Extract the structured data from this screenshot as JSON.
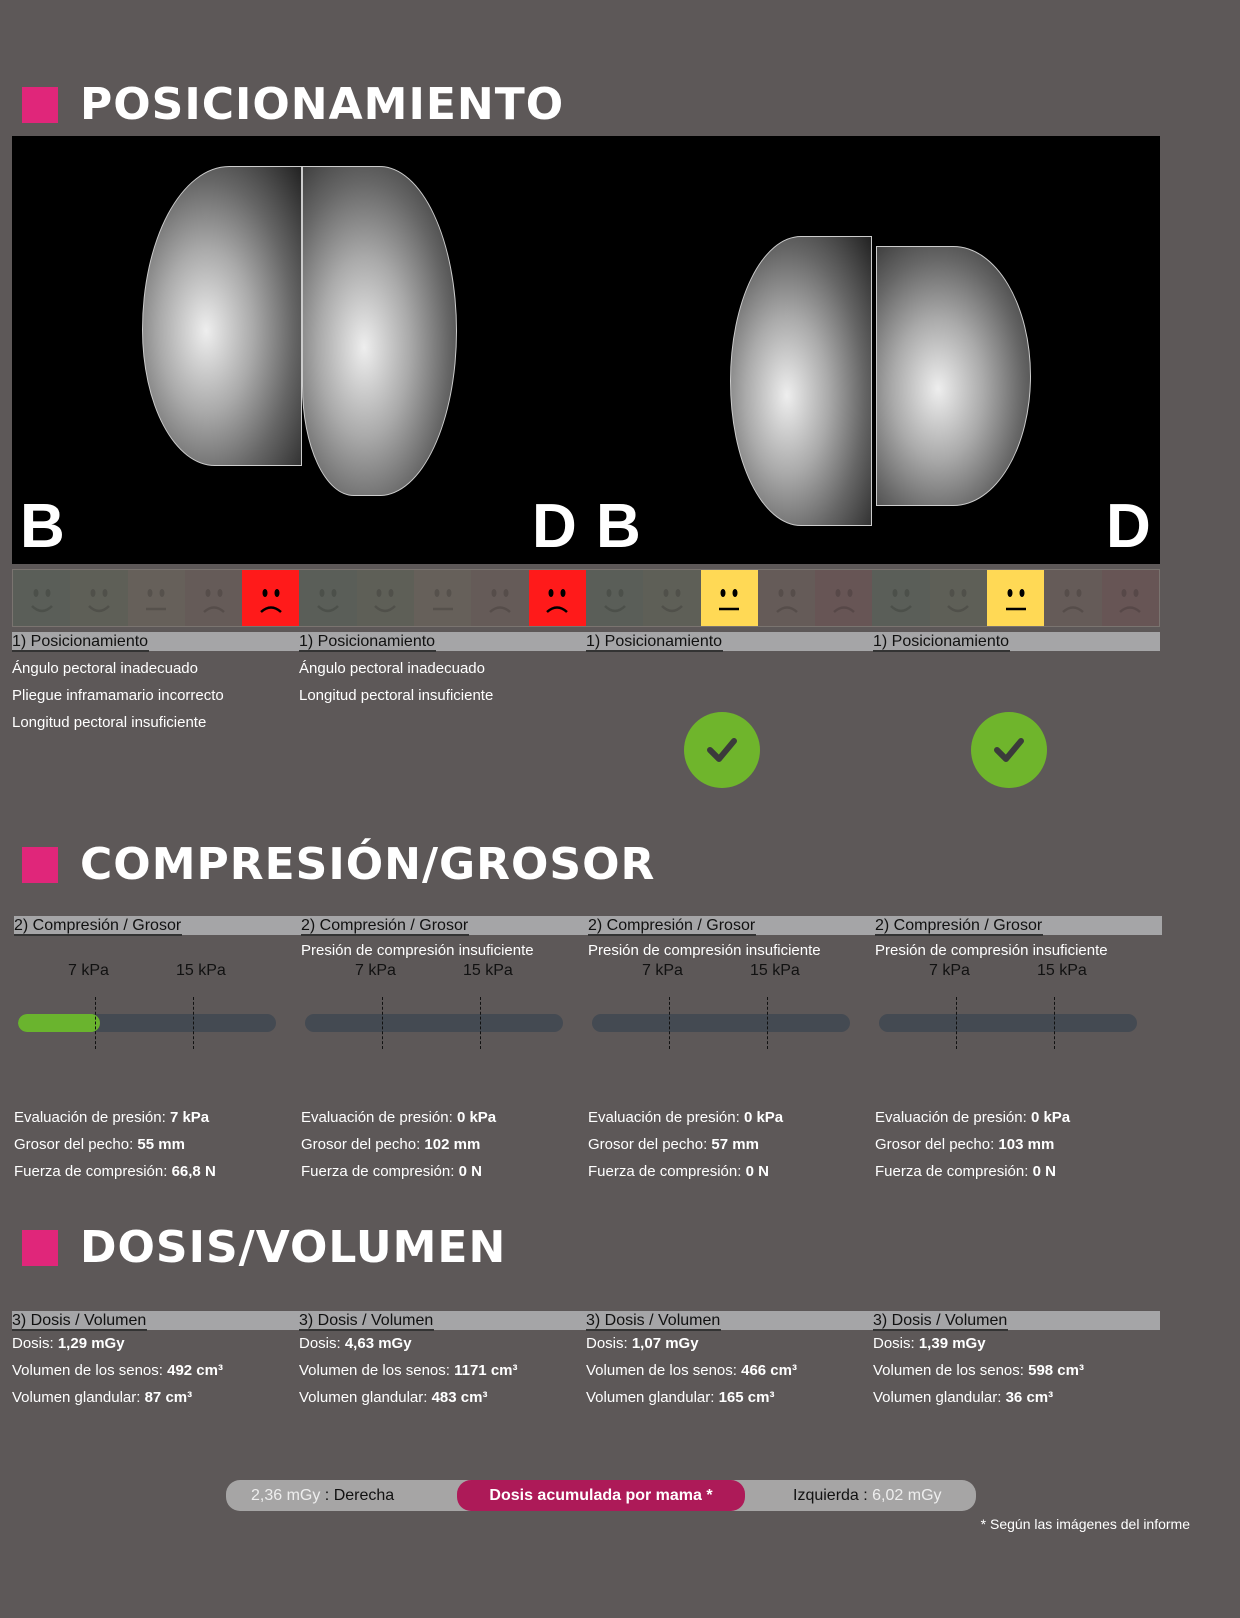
{
  "sections": {
    "positioning": "POSICIONAMIENTO",
    "compression": "COMPRESIÓN/GROSOR",
    "dose": "DOSIS/VOLUMEN"
  },
  "image_labels": [
    "B",
    "D",
    "B",
    "D"
  ],
  "colors": {
    "accent": "#e0267a",
    "red": "#ff1a1a",
    "yellow": "#ffd955",
    "green": "#6ab42e",
    "dose_pill": "#ad1a58"
  },
  "positioning": [
    {
      "header": "1) Posicionamiento",
      "rating": 5,
      "rating_color": "red",
      "issues": [
        "Ángulo pectoral inadecuado",
        "Pliegue inframamario incorrecto",
        "Longitud pectoral insuficiente"
      ],
      "ok": false
    },
    {
      "header": "1) Posicionamiento",
      "rating": 5,
      "rating_color": "red",
      "issues": [
        "Ángulo pectoral inadecuado",
        "Longitud pectoral insuficiente"
      ],
      "ok": false
    },
    {
      "header": "1) Posicionamiento",
      "rating": 3,
      "rating_color": "yellow",
      "issues": [],
      "ok": true
    },
    {
      "header": "1) Posicionamiento",
      "rating": 3,
      "rating_color": "yellow",
      "issues": [],
      "ok": true
    }
  ],
  "compression": {
    "tick_labels": [
      "7 kPa",
      "15 kPa"
    ],
    "labels": {
      "pressure": "Evaluación de presión: ",
      "thickness": "Grosor del pecho: ",
      "force": "Fuerza de compresión: "
    },
    "items": [
      {
        "header": "2) Compresión / Grosor",
        "warning": "",
        "pressure_kpa": 7,
        "pressure": "7  kPa",
        "thickness": "55  mm",
        "force": "66,8  N"
      },
      {
        "header": "2) Compresión / Grosor",
        "warning": "Presión de compresión insuficiente",
        "pressure_kpa": 0,
        "pressure": "0  kPa",
        "thickness": "102  mm",
        "force": "0  N"
      },
      {
        "header": "2) Compresión / Grosor",
        "warning": "Presión de compresión insuficiente",
        "pressure_kpa": 0,
        "pressure": "0  kPa",
        "thickness": "57  mm",
        "force": "0  N"
      },
      {
        "header": "2) Compresión / Grosor",
        "warning": "Presión de compresión insuficiente",
        "pressure_kpa": 0,
        "pressure": "0  kPa",
        "thickness": "103  mm",
        "force": "0  N"
      }
    ]
  },
  "dose": {
    "labels": {
      "dose": "Dosis: ",
      "breast_vol": "Volumen de los senos: ",
      "gland_vol": "Volumen glandular: "
    },
    "items": [
      {
        "header": "3) Dosis / Volumen",
        "dose": "1,29  mGy",
        "breast_vol": "492  cm³",
        "gland_vol": "87  cm³"
      },
      {
        "header": "3) Dosis / Volumen",
        "dose": "4,63  mGy",
        "breast_vol": "1171  cm³",
        "gland_vol": "483  cm³"
      },
      {
        "header": "3) Dosis / Volumen",
        "dose": "1,07  mGy",
        "breast_vol": "466  cm³",
        "gland_vol": "165  cm³"
      },
      {
        "header": "3) Dosis / Volumen",
        "dose": "1,39  mGy",
        "breast_vol": "598  cm³",
        "gland_vol": "36  cm³"
      }
    ]
  },
  "accumulated": {
    "right_value": "2,36 mGy",
    "right_label": " : Derecha",
    "title": "Dosis acumulada por mama *",
    "left_label": "Izquierda : ",
    "left_value": "6,02 mGy"
  },
  "footnote": "* Según las imágenes del informe"
}
